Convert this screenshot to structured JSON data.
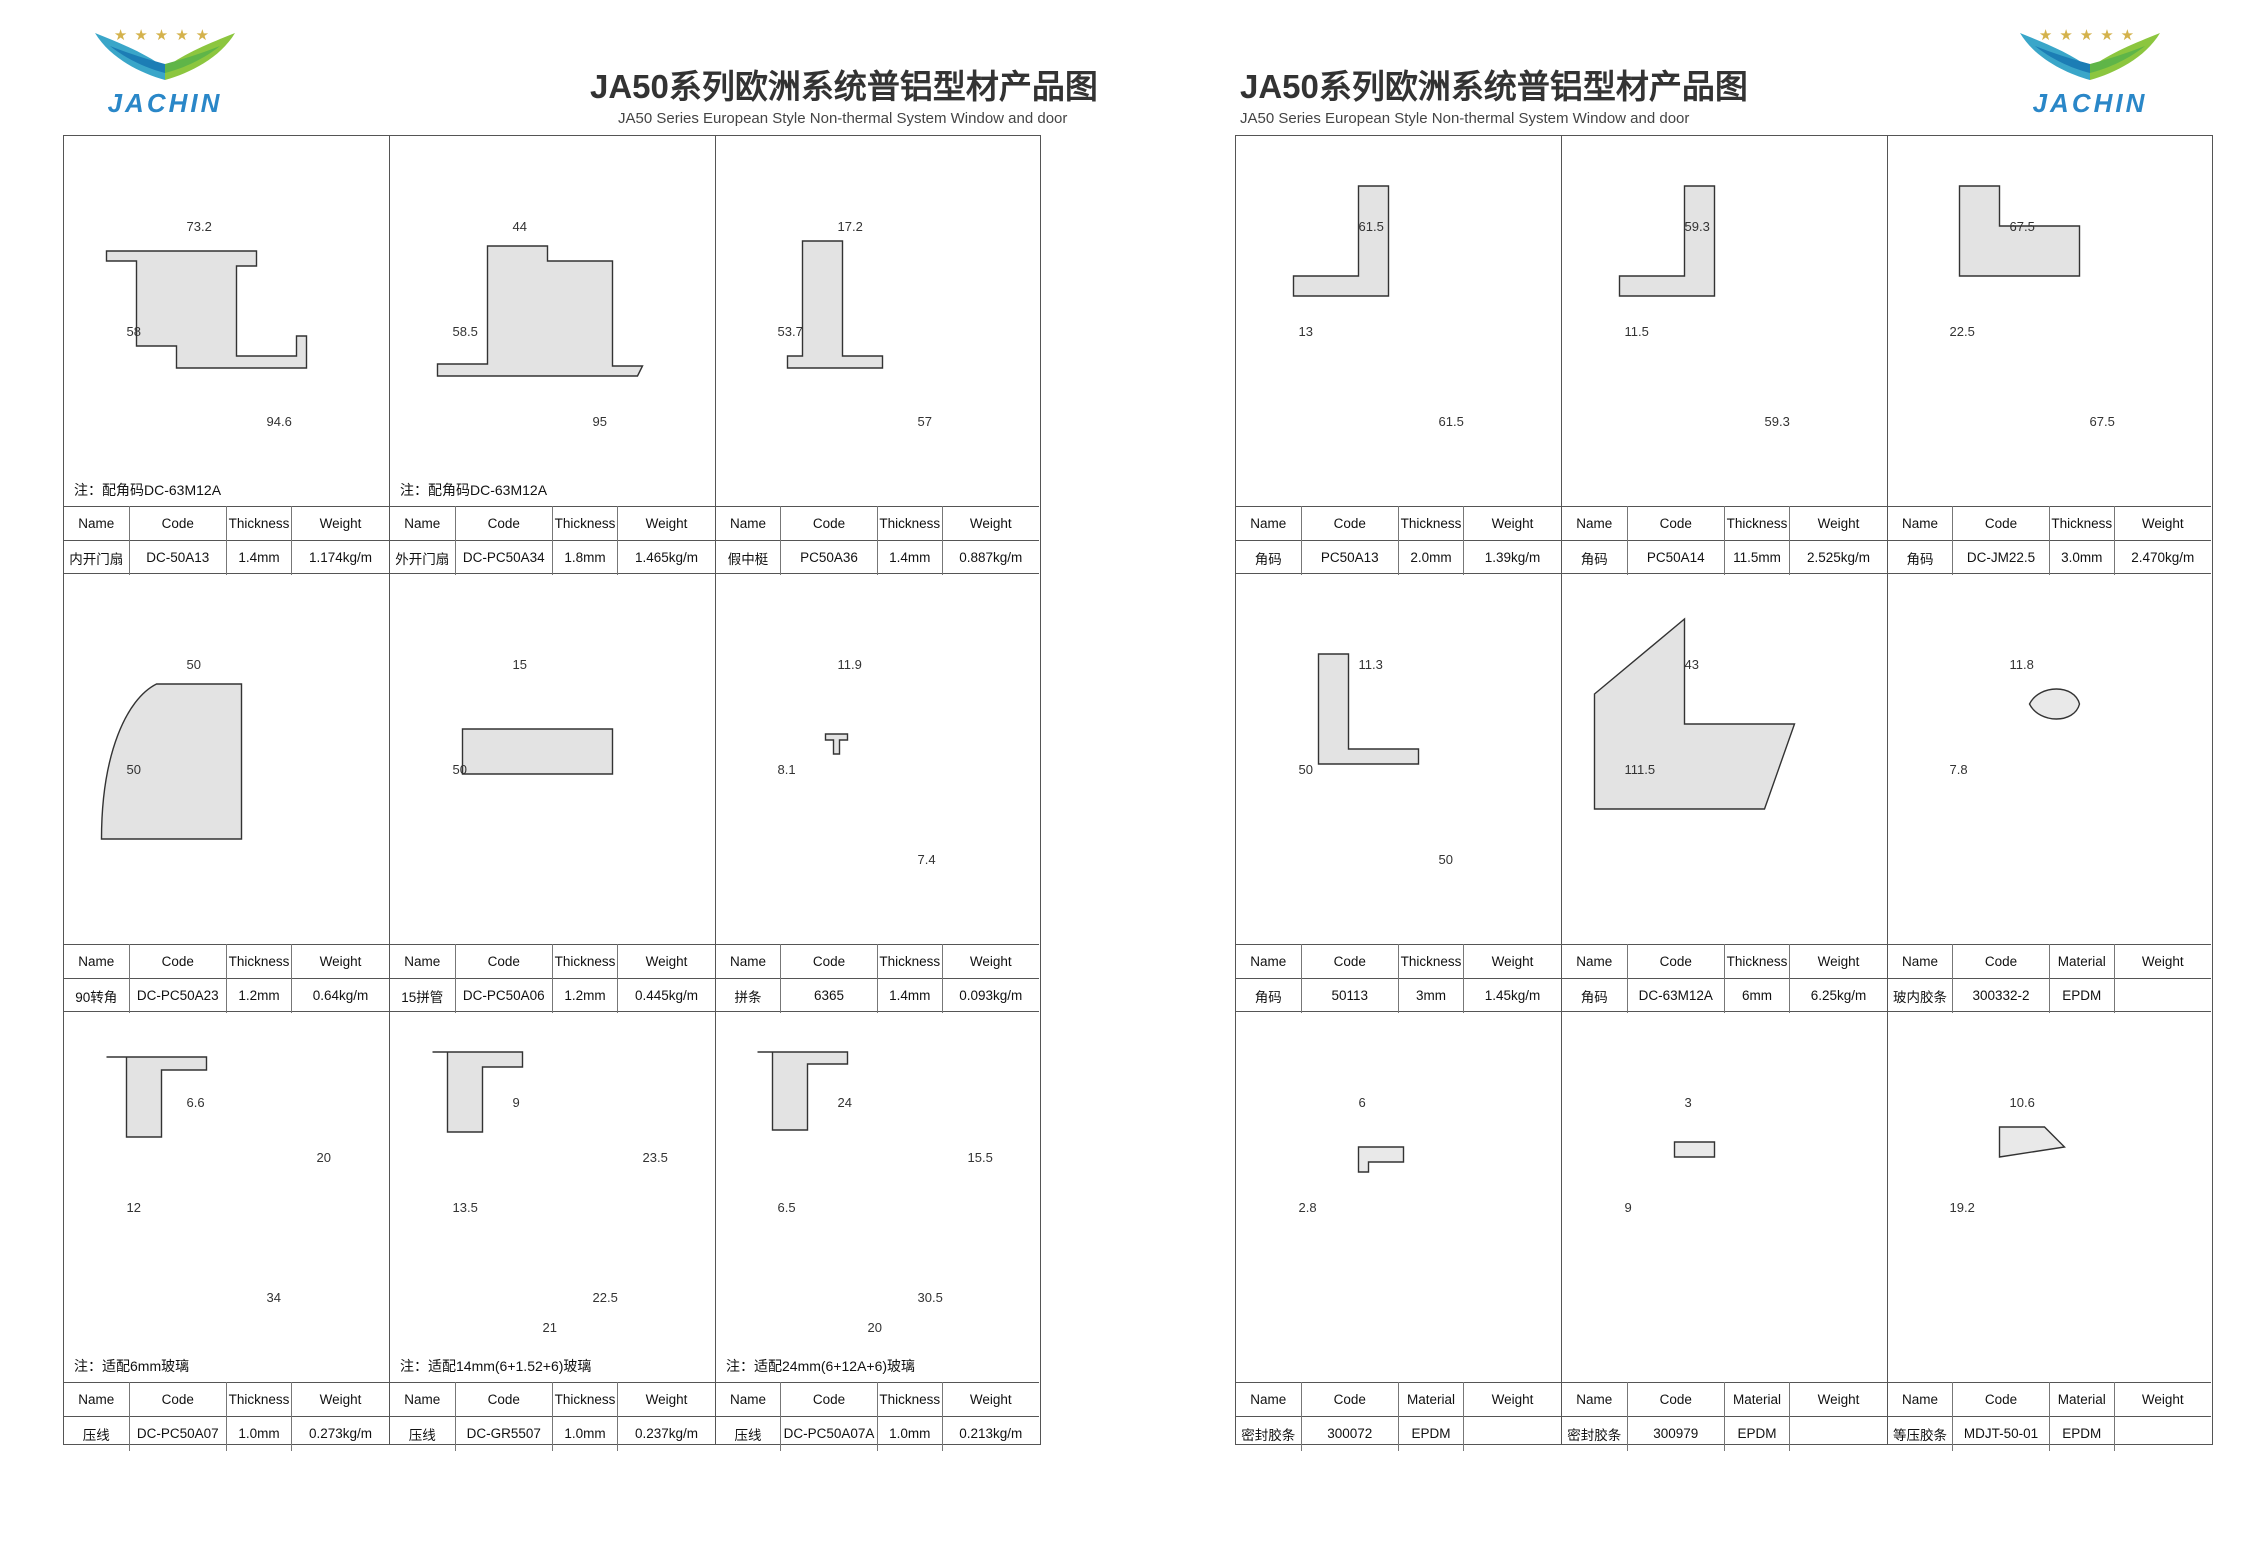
{
  "brand": "JACHIN",
  "title": "JA50系列欧洲系统普铝型材产品图",
  "subtitle": "JA50 Series European Style Non-thermal System Window and door",
  "headers": {
    "name": "Name",
    "code": "Code",
    "thickness": "Thickness",
    "material": "Material",
    "weight": "Weight"
  },
  "left": [
    {
      "note": "注：配角码DC-63M12A",
      "name": "内开门扇",
      "code": "DC-50A13",
      "c3": "1.4mm",
      "weight": "1.174kg/m",
      "dims": [
        "73.2",
        "58",
        "94.6"
      ]
    },
    {
      "note": "注：配角码DC-63M12A",
      "name": "外开门扇",
      "code": "DC-PC50A34",
      "c3": "1.8mm",
      "weight": "1.465kg/m",
      "dims": [
        "44",
        "58.5",
        "95"
      ]
    },
    {
      "note": "",
      "name": "假中梃",
      "code": "PC50A36",
      "c3": "1.4mm",
      "weight": "0.887kg/m",
      "dims": [
        "17.2",
        "53.7",
        "57"
      ]
    },
    {
      "note": "",
      "name": "90转角",
      "code": "DC-PC50A23",
      "c3": "1.2mm",
      "weight": "0.64kg/m",
      "dims": [
        "50",
        "50"
      ]
    },
    {
      "note": "",
      "name": "15拼管",
      "code": "DC-PC50A06",
      "c3": "1.2mm",
      "weight": "0.445kg/m",
      "dims": [
        "15",
        "50"
      ]
    },
    {
      "note": "",
      "name": "拼条",
      "code": "6365",
      "c3": "1.4mm",
      "weight": "0.093kg/m",
      "dims": [
        "11.9",
        "8.1",
        "7.4"
      ]
    },
    {
      "note": "注：适配6mm玻璃",
      "name": "压线",
      "code": "DC-PC50A07",
      "c3": "1.0mm",
      "weight": "0.273kg/m",
      "dims": [
        "6.6",
        "12",
        "34",
        "20"
      ]
    },
    {
      "note": "注：适配14mm(6+1.52+6)玻璃",
      "name": "压线",
      "code": "DC-GR5507",
      "c3": "1.0mm",
      "weight": "0.237kg/m",
      "dims": [
        "9",
        "13.5",
        "22.5",
        "23.5",
        "21"
      ]
    },
    {
      "note": "注：适配24mm(6+12A+6)玻璃",
      "name": "压线",
      "code": "DC-PC50A07A",
      "c3": "1.0mm",
      "weight": "0.213kg/m",
      "dims": [
        "24",
        "6.5",
        "30.5",
        "15.5",
        "20"
      ]
    }
  ],
  "right": [
    {
      "name": "角码",
      "code": "PC50A13",
      "c3": "2.0mm",
      "weight": "1.39kg/m",
      "dims": [
        "61.5",
        "13",
        "61.5"
      ]
    },
    {
      "name": "角码",
      "code": "PC50A14",
      "c3": "11.5mm",
      "weight": "2.525kg/m",
      "dims": [
        "59.3",
        "11.5",
        "59.3"
      ]
    },
    {
      "name": "角码",
      "code": "DC-JM22.5",
      "c3": "3.0mm",
      "weight": "2.470kg/m",
      "dims": [
        "67.5",
        "22.5",
        "67.5"
      ]
    },
    {
      "name": "角码",
      "code": "50113",
      "c3": "3mm",
      "weight": "1.45kg/m",
      "dims": [
        "11.3",
        "50",
        "50"
      ]
    },
    {
      "name": "角码",
      "code": "DC-63M12A",
      "c3": "6mm",
      "weight": "6.25kg/m",
      "dims": [
        "43",
        "111.5"
      ]
    },
    {
      "name": "玻内胶条",
      "code": "300332-2",
      "c3": "EPDM",
      "weight": "",
      "dims": [
        "11.8",
        "7.8"
      ]
    },
    {
      "name": "密封胶条",
      "code": "300072",
      "c3": "EPDM",
      "weight": "",
      "dims": [
        "6",
        "2.8"
      ]
    },
    {
      "name": "密封胶条",
      "code": "300979",
      "c3": "EPDM",
      "weight": "",
      "dims": [
        "3",
        "9"
      ]
    },
    {
      "name": "等压胶条",
      "code": "MDJT-50-01",
      "c3": "EPDM",
      "weight": "",
      "dims": [
        "10.6",
        "19.2"
      ]
    }
  ]
}
